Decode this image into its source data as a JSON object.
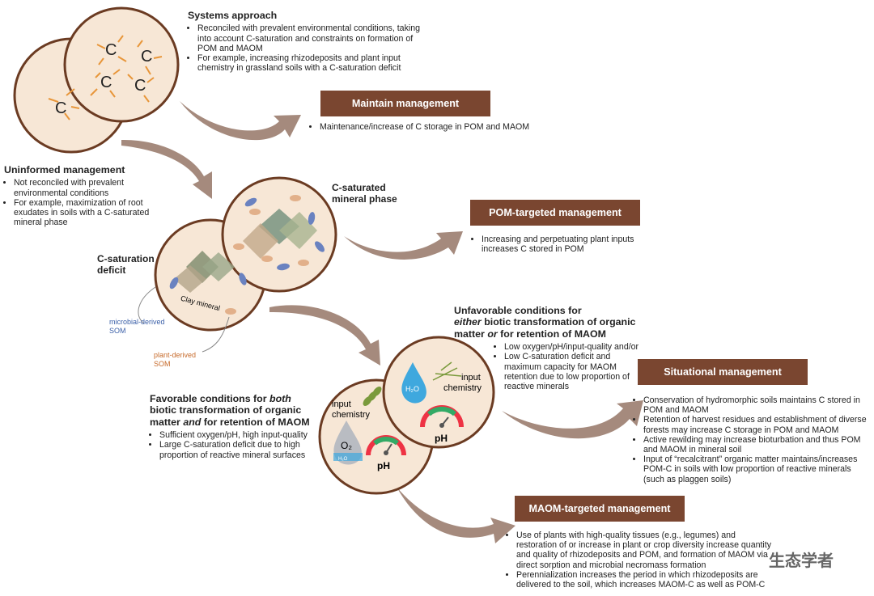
{
  "systems": {
    "title": "Systems approach",
    "bullets": [
      "Reconciled with prevalent environmental conditions, taking into account C-saturation and constraints on formation of POM and MAOM",
      "For example, increasing rhizodeposits and plant input chemistry in grassland soils with a C-saturation deficit"
    ]
  },
  "uninformed": {
    "title": "Uninformed management",
    "bullets": [
      "Not reconciled with prevalent environmental conditions",
      "For example, maximization of root exudates in soils with a C-saturated mineral phase"
    ]
  },
  "carbon_symbol": "C",
  "labels": {
    "c_saturated": "C-saturated mineral phase",
    "c_deficit": "C-saturation deficit",
    "clay_mineral": "Clay mineral",
    "microbial_som": "microbial-derived SOM",
    "plant_som": "plant-derived SOM"
  },
  "maintain": {
    "title": "Maintain management",
    "bullets": [
      "Maintenance/increase of C storage in POM and MAOM"
    ]
  },
  "pom": {
    "title": "POM-targeted management",
    "bullets": [
      "Increasing and perpetuating plant inputs increases C stored in POM"
    ]
  },
  "unfavorable": {
    "title_1": "Unfavorable conditions for",
    "title_2": "either",
    "title_3": " biotic transformation of organic matter ",
    "title_4": "or",
    "title_5": " for retention of MAOM",
    "bullets": [
      "Low oxygen/pH/input-quality and/or",
      "Low C-saturation deficit and maximum capacity for MAOM retention due to low proportion of reactive minerals"
    ]
  },
  "favorable": {
    "title_1": "Favorable conditions for ",
    "title_2": "both",
    "title_3": " biotic transformation of organic matter ",
    "title_4": "and",
    "title_5": " for retention of MAOM",
    "bullets": [
      "Sufficient oxygen/pH, high input-quality",
      "Large C-saturation deficit due to high proportion of reactive mineral surfaces"
    ]
  },
  "situational": {
    "title": "Situational management",
    "bullets": [
      "Conservation of hydromorphic soils maintains C stored in POM and MAOM",
      "Retention of harvest residues and establishment of diverse forests may increase C storage in POM and MAOM",
      "Active rewilding may increase bioturbation and thus POM and MAOM in mineral soil",
      "Input of “recalcitrant” organic matter maintains/increases POM-C in soils with low proportion of reactive minerals (such as plaggen soils)"
    ]
  },
  "maom": {
    "title": "MAOM-targeted management",
    "bullets": [
      "Use of plants with high-quality tissues (e.g., legumes) and restoration of or increase in plant or crop diversity increase quantity and quality of rhizodeposits and POM, and formation of MAOM via direct sorption and microbial necromass formation",
      "Perennialization increases the period in which rhizodeposits are delivered to the soil, which increases MAOM-C as well as POM-C"
    ]
  },
  "icons": {
    "input_chemistry": "input chemistry",
    "input_label": "input",
    "chemistry_label": "chemistry",
    "ph": "pH",
    "water": "H2O",
    "oxygen": "O2",
    "o2_small": "O₂",
    "h2o_small": "H₂O"
  },
  "watermark": "生态学者",
  "colors": {
    "accent_brown": "#7a4630",
    "circle_fill": "#f7e7d6",
    "circle_stroke": "#6b3b22",
    "arrow": "#a58a7d",
    "c_strokes": "#e8963a"
  }
}
